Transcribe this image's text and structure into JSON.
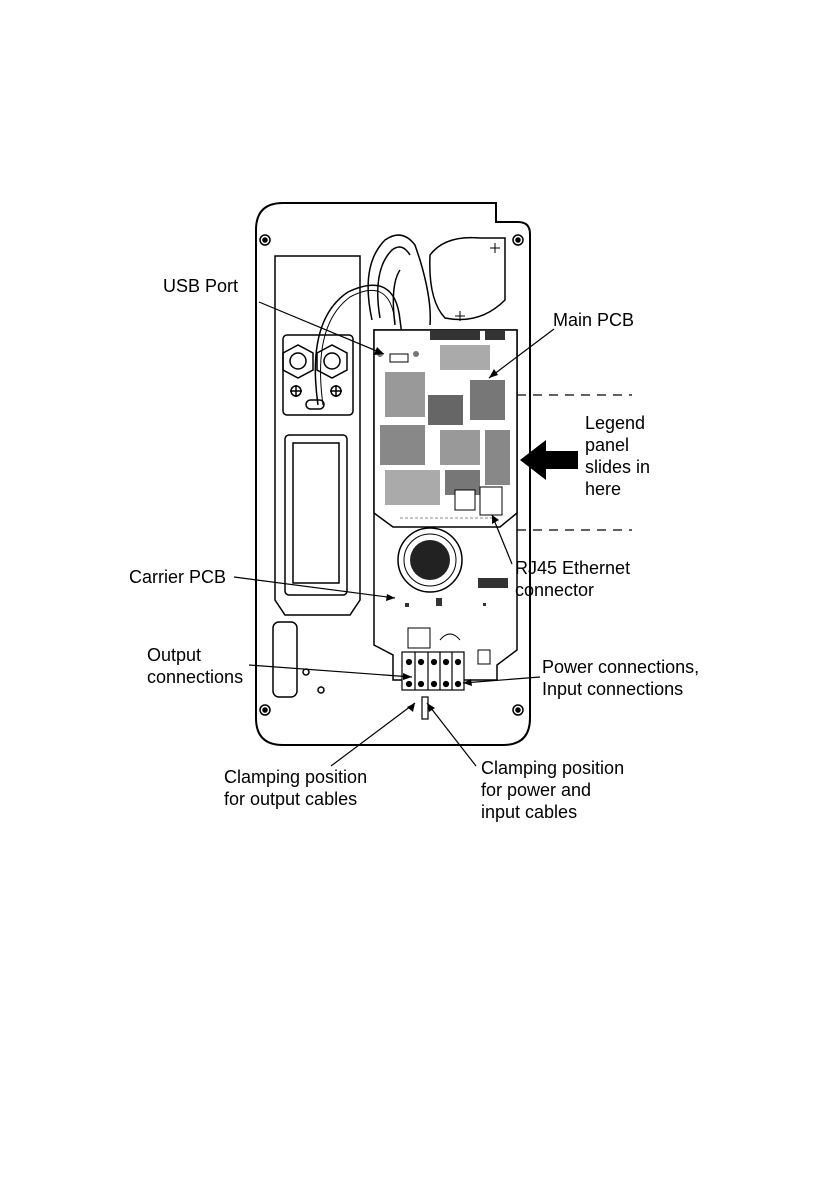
{
  "labels": {
    "usb_port": "USB Port",
    "main_pcb": "Main PCB",
    "legend_panel": "Legend\npanel\nslides in\nhere",
    "rj45": "RJ45 Ethernet\nconnector",
    "carrier_pcb": "Carrier PCB",
    "output_connections": "Output\nconnections",
    "power_input_connections": "Power connections,\nInput connections",
    "clamp_output": "Clamping position\nfor output cables",
    "clamp_power_input": "Clamping position\nfor power and\ninput cables"
  }
}
